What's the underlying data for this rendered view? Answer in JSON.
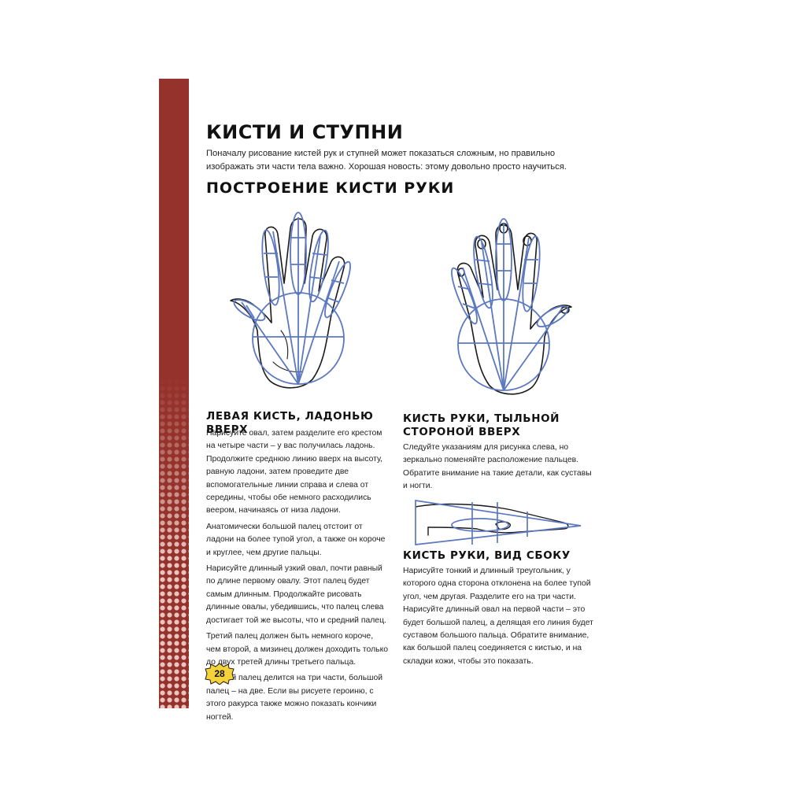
{
  "title": "КИСТИ И СТУПНИ",
  "intro": "Поначалу рисование кистей рук и ступней может показаться сложным, но правильно изображать эти части тела важно. Хорошая новость: этому довольно просто научиться.",
  "subtitle": "ПОСТРОЕНИЕ КИСТИ РУКИ",
  "left": {
    "heading": "ЛЕВАЯ КИСТЬ, ЛАДОНЬЮ ВВЕРХ",
    "paragraphs": [
      "Нарисуйте овал, затем разделите его крестом на четыре части – у вас получилась ладонь. Продолжите среднюю линию вверх на высоту, равную ладони, затем проведите две вспомогательные линии справа и слева от середины, чтобы обе немного расходились веером, начинаясь от низа ладони.",
      "Анатомически большой палец отстоит от ладони на более тупой угол, а также он короче и круглее, чем другие пальцы.",
      "Нарисуйте длинный узкий овал, почти равный по длине первому овалу. Этот палец будет самым длинным. Продолжайте рисовать длинные овалы, убедившись, что палец слева достигает той же высоты, что и средний палец.",
      "Третий палец должен быть немного короче, чем второй, а мизинец должен доходить только до двух третей длины третьего пальца.",
      "Каждый палец делится на три части, большой палец – на две. Если вы рисуете героиню, с этого ракурса также можно показать кончики ногтей."
    ]
  },
  "back": {
    "heading": "КИСТЬ РУКИ, ТЫЛЬНОЙ СТОРОНОЙ ВВЕРХ",
    "text": "Следуйте указаниям для рисунка слева, но зеркально поменяйте расположение пальцев. Обратите внимание на такие детали, как суставы и ногти."
  },
  "side": {
    "heading": "КИСТЬ РУКИ, ВИД СБОКУ",
    "text": "Нарисуйте тонкий и длинный треугольник, у которого одна сторона отклонена на более тупой угол, чем другая. Разделите его на три части. Нарисуйте длинный овал на первой части – это будет большой палец, а делящая его линия будет суставом большого пальца. Обратите внимание, как большой палец соединяется с кистью, и на складки кожи, чтобы это показать."
  },
  "page_number": "28",
  "colors": {
    "band": "#96322c",
    "guide": "#5b78c0",
    "badge": "#f5d23a"
  }
}
